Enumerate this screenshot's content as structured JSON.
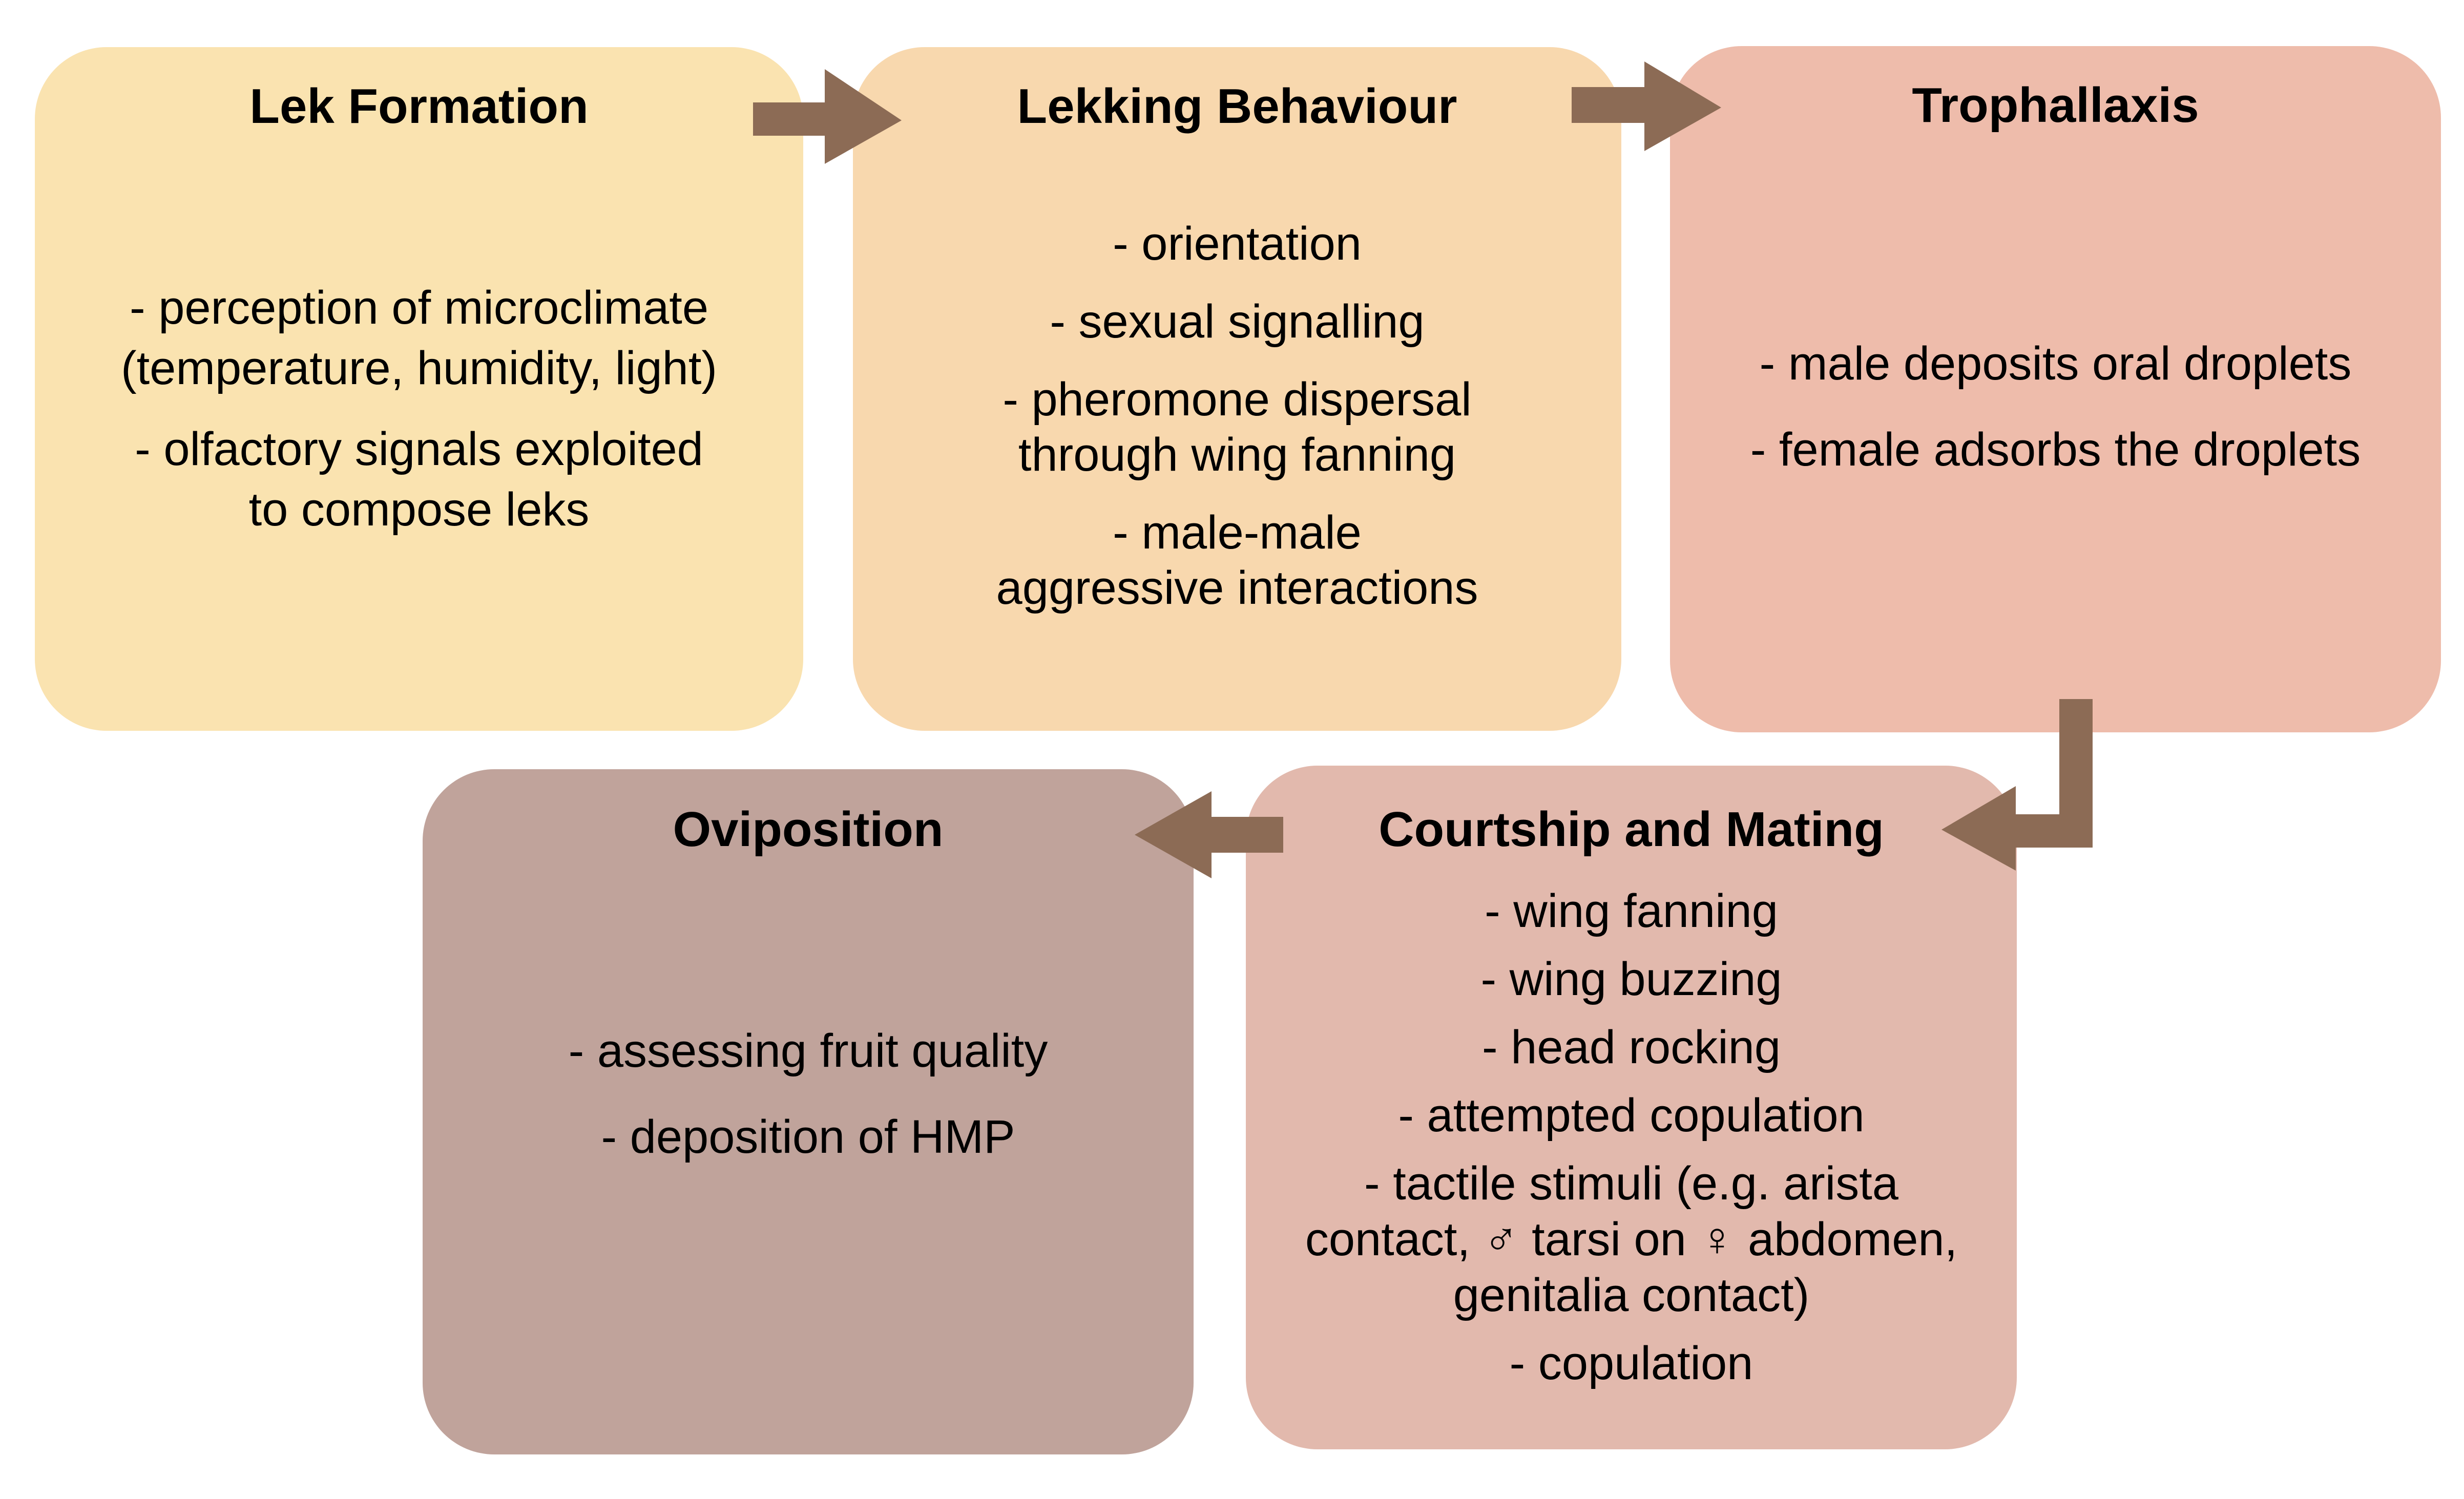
{
  "colors": {
    "arrow": "#8c6b55",
    "lek_formation": "#fae3b0",
    "lekking_behaviour": "#f8d8ae",
    "trophallaxis": "#eebcab",
    "courtship_mating": "#e2b9ad",
    "oviposition": "#c0a39b"
  },
  "boxes": {
    "lek_formation": {
      "title": "Lek Formation",
      "items": [
        "- perception of microclimate\n(temperature, humidity, light)",
        "- olfactory signals exploited\nto compose leks"
      ]
    },
    "lekking_behaviour": {
      "title": "Lekking Behaviour",
      "items": [
        "- orientation",
        "- sexual signalling",
        "- pheromone dispersal\nthrough wing fanning",
        "- male-male\naggressive interactions"
      ]
    },
    "trophallaxis": {
      "title": "Trophallaxis",
      "items": [
        "- male deposits oral droplets",
        "- female adsorbs the droplets"
      ]
    },
    "courtship_mating": {
      "title": "Courtship and Mating",
      "items": [
        "- wing fanning",
        "- wing buzzing",
        "- head rocking",
        "- attempted copulation",
        "- tactile stimuli (e.g. arista\ncontact, ♂ tarsi on ♀ abdomen,\ngenitalia contact)",
        "- copulation"
      ]
    },
    "oviposition": {
      "title": "Oviposition",
      "items": [
        "- assessing fruit quality",
        "- deposition of HMP"
      ]
    }
  }
}
